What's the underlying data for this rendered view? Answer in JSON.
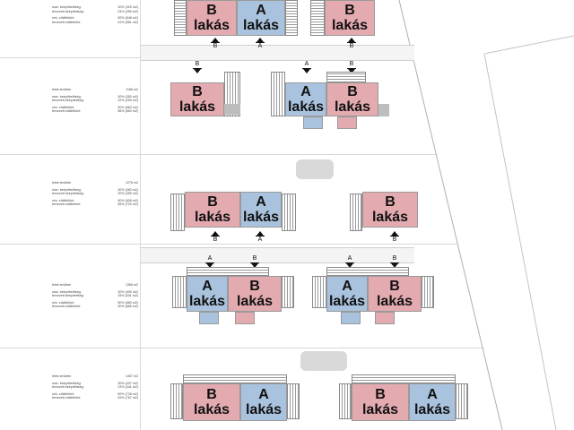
{
  "unit_labels": {
    "a": "A lakás",
    "b": "B lakás"
  },
  "markers": {
    "a": "A",
    "b": "B"
  },
  "lots": [
    {
      "rows": [
        {
          "label": "max. beépíthetőség:",
          "value": "30% (329 m2)"
        },
        {
          "label": "tervezett beépítettség:",
          "value": "24% (259 m2)"
        },
        {
          "gap": true
        },
        {
          "label": "min. zöldfelület:",
          "value": "50% (548 m2)"
        },
        {
          "label": "tervezett zöldfelület:",
          "value": "51% (561 m2)"
        }
      ]
    },
    {
      "rows": [
        {
          "label": "telek területe:",
          "value": "1166 m2"
        },
        {
          "gap": true
        },
        {
          "label": "max. beépíthetőség:",
          "value": "30% (350 m2)"
        },
        {
          "label": "tervezett beépítettség:",
          "value": "22% (259 m2)"
        },
        {
          "gap": true
        },
        {
          "label": "min. zöldfelület:",
          "value": "50% (583 m2)"
        },
        {
          "label": "tervezett zöldfelület:",
          "value": "56% (650 m2)"
        }
      ]
    },
    {
      "rows": [
        {
          "label": "telek területe:",
          "value": "1276 m2"
        },
        {
          "gap": true
        },
        {
          "label": "max. beépíthetőség:",
          "value": "30% (383 m2)"
        },
        {
          "label": "tervezett beépítettség:",
          "value": "20% (259 m2)"
        },
        {
          "gap": true
        },
        {
          "label": "min. zöldfelület:",
          "value": "50% (638 m2)"
        },
        {
          "label": "tervezett zöldfelület:",
          "value": "56% (720 m2)"
        }
      ]
    },
    {
      "rows": [
        {
          "label": "telek területe:",
          "value": "1366 m2"
        },
        {
          "gap": true
        },
        {
          "label": "max. beépíthetőség:",
          "value": "30% (409 m2)"
        },
        {
          "label": "tervezett beépítettség:",
          "value": "25% (341 m2)"
        },
        {
          "gap": true
        },
        {
          "label": "min. zöldfelület:",
          "value": "50% (683 m2)"
        },
        {
          "label": "tervezett zöldfelület:",
          "value": "50% (685 m2)"
        }
      ]
    },
    {
      "rows": [
        {
          "label": "telek területe:",
          "value": "1457 m2"
        },
        {
          "gap": true
        },
        {
          "label": "max. beépíthetőség:",
          "value": "30% (437 m2)"
        },
        {
          "label": "tervezett beépítettség:",
          "value": "23% (341 m2)"
        },
        {
          "gap": true
        },
        {
          "label": "min. zöldfelület:",
          "value": "50% (728 m2)"
        },
        {
          "label": "tervezett zöldfelület:",
          "value": "53% (767 m2)"
        }
      ]
    }
  ],
  "colors": {
    "unit_a": "#a9c3de",
    "unit_b": "#e3aab0",
    "road": "#f4f4f4",
    "lot_line": "#d8d8d8"
  }
}
